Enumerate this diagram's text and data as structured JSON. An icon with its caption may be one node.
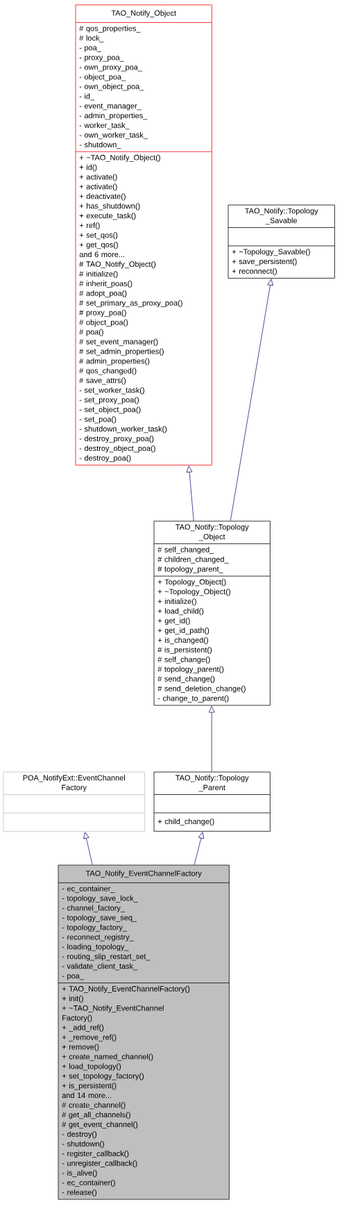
{
  "diagram": {
    "nodes": [
      {
        "text": [
          "TAO_Notify_Object",
          "# qos_properties_",
          "# lock_",
          "- poa_",
          "- proxy_poa_",
          "- own_proxy_poa_",
          "- object_poa_",
          "- own_object_poa_",
          "- id_",
          "- event_manager_",
          "- admin_properties_",
          "- worker_task_",
          "- own_worker_task_",
          "- shutdown_",
          "+ ~TAO_Notify_Object()",
          "+ id()",
          "+ activate()",
          "+ activate()",
          "+ deactivate()",
          "+ has_shutdown()",
          "+ execute_task()",
          "+ ref()",
          "+ set_qos()",
          "+ get_qos()",
          "and 6 more...",
          "# TAO_Notify_Object()",
          "# initialize()",
          "# inherit_poas()",
          "# adopt_poa()",
          "# set_primary_as_proxy_poa()",
          "# proxy_poa()",
          "# object_poa()",
          "# poa()",
          "# set_event_manager()",
          "# set_admin_properties()",
          "# admin_properties()",
          "# qos_changed()",
          "# save_attrs()",
          "- set_worker_task()",
          "- set_proxy_poa()",
          "- set_object_poa()",
          "- set_poa()",
          "- shutdown_worker_task()",
          "- destroy_proxy_poa()",
          "- destroy_object_poa()",
          "- destroy_poa()"
        ]
      },
      {
        "text": [
          "TAO_Notify::Topology _Savable",
          "+ ~Topology_Savable()",
          "+ save_persistent()",
          "+ reconnect()"
        ]
      },
      {
        "text": [
          "TAO_Notify::Topology _Object",
          "# self_changed_",
          "# children_changed_",
          "# topology_parent_",
          "+ Topology_Object()",
          "+ ~Topology_Object()",
          "+ initialize()",
          "+ load_child()",
          "+ get_id()",
          "+ get_id_path()",
          "+ is_changed()",
          "# is_persistent()",
          "# self_change()",
          "# topology_parent()",
          "# send_change()",
          "# send_deletion_change()",
          "- change_to_parent()"
        ]
      },
      {
        "text": [
          "POA_NotifyExt::EventChannel Factory"
        ]
      },
      {
        "text": [
          "TAO_Notify::Topology _Parent",
          "+ child_change()"
        ]
      },
      {
        "text": [
          "TAO_Notify_EventChannelFactory",
          "- ec_container_",
          "- topology_save_lock_",
          "- channel_factory_",
          "- topology_save_seq_",
          "- topology_factory_",
          "- reconnect_registry_",
          "- loading_topology_",
          "- routing_slip_restart_set_",
          "- validate_client_task_",
          "- poa_",
          "+ TAO_Notify_EventChannelFactory()",
          "+ init()",
          "+ ~TAO_Notify_EventChannel Factory()",
          "+ _add_ref()",
          "+ _remove_ref()",
          "+ remove()",
          "+ create_named_channel()",
          "+ load_topology()",
          "+ set_topology_factory()",
          "+ is_persistent()",
          "and 14 more...",
          "# create_channel()",
          "# get_all_channels()",
          "# get_event_channel()",
          "- destroy()",
          "- shutdown()",
          "- register_callback()",
          "- unregister_callback()",
          "- is_alive()",
          "- ec_container()",
          "- release()"
        ]
      }
    ],
    "edges": [
      {
        "from": 5,
        "to": 3,
        "arrow": "to"
      },
      {
        "from": 5,
        "to": 4,
        "arrow": "to"
      },
      {
        "from": 4,
        "to": 2,
        "arrow": "to"
      },
      {
        "from": 2,
        "to": 0,
        "arrow": "to"
      },
      {
        "from": 2,
        "to": 1,
        "arrow": "to"
      }
    ]
  }
}
